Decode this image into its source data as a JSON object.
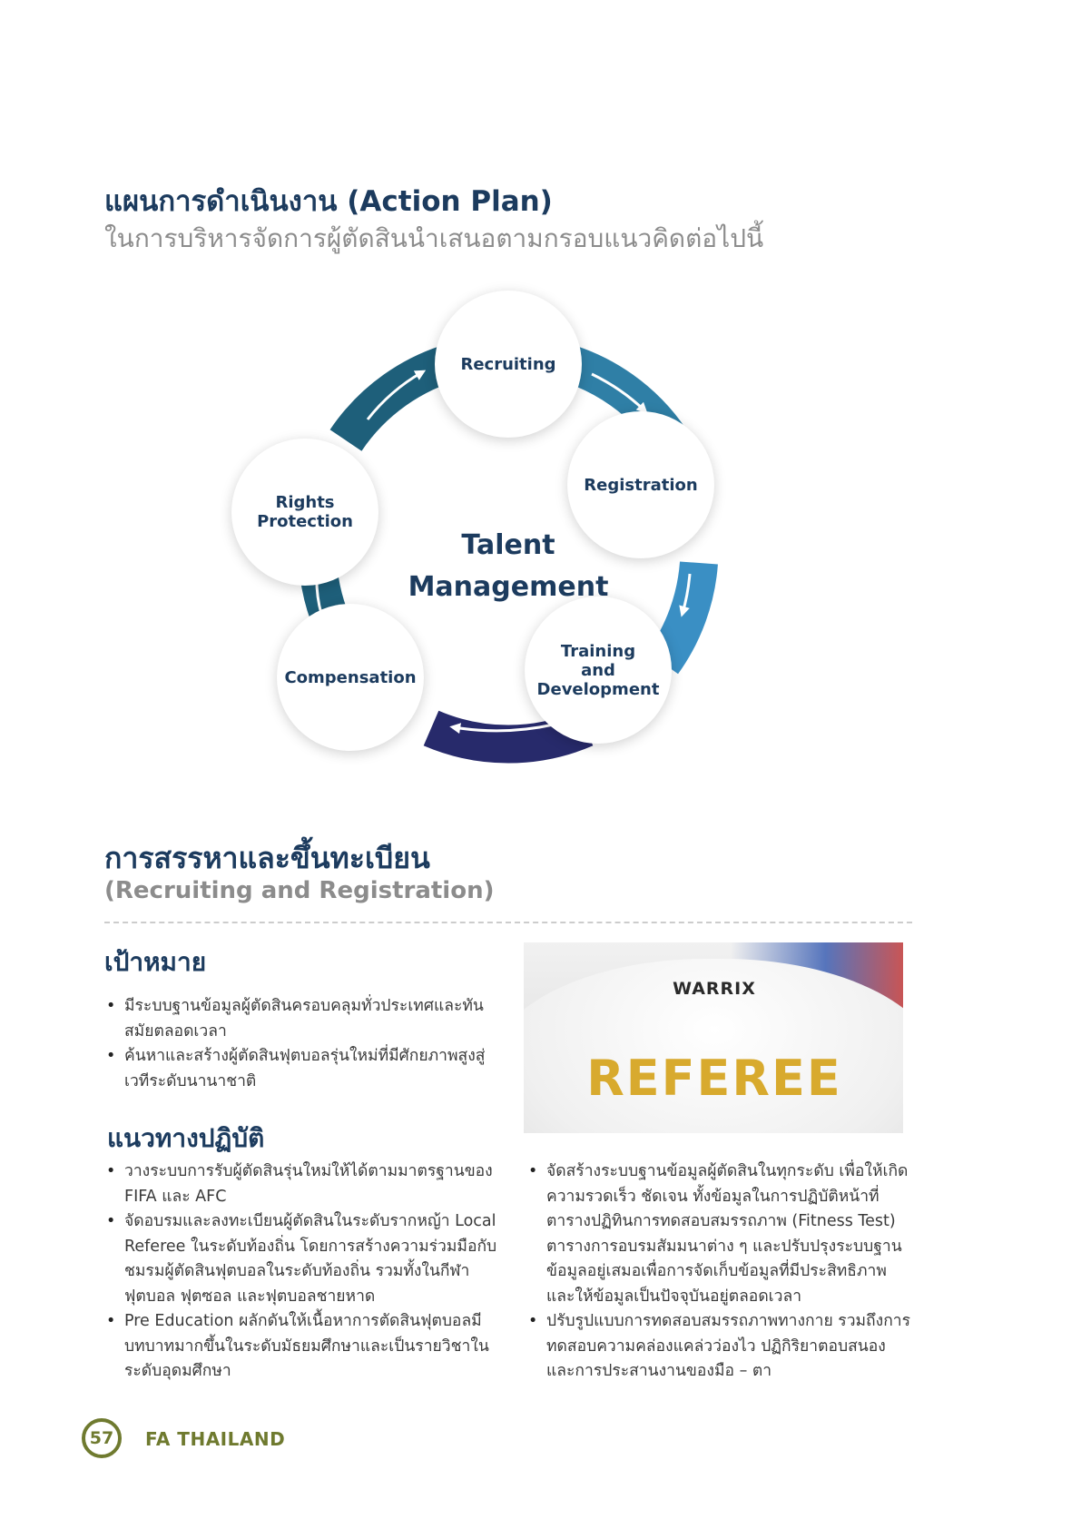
{
  "header": {
    "title": "แผนการดำเนินงาน (Action Plan)",
    "subtitle": "ในการบริหารจัดการผู้ตัดสินนำเสนอตามกรอบแนวคิดต่อไปนี้"
  },
  "diagram": {
    "center_line1": "Talent",
    "center_line2": "Management",
    "nodes": [
      {
        "label": "Recruiting"
      },
      {
        "label": "Registration"
      },
      {
        "label_line1": "Training",
        "label_line2": "and",
        "label_line3": "Development"
      },
      {
        "label": "Compensation"
      },
      {
        "label_line1": "Rights",
        "label_line2": "Protection"
      }
    ],
    "colors": {
      "dark_teal": "#1e5f7a",
      "teal": "#2f7fa6",
      "light_blue": "#3a8fc4",
      "navy": "#272a6b",
      "heading_navy": "#1c3b5e"
    }
  },
  "section": {
    "title": "การสรรหาและขึ้นทะเบียน",
    "subtitle": "(Recruiting and Registration)"
  },
  "goal": {
    "heading": "เป้าหมาย",
    "items": [
      "มีระบบฐานข้อมูลผู้ตัดสินครอบคลุมทั่วประเทศและทันสมัยตลอดเวลา",
      "ค้นหาและสร้างผู้ตัดสินฟุตบอลรุ่นใหม่ที่มีศักยภาพสูงสู่เวทีระดับนานาชาติ"
    ]
  },
  "practice": {
    "heading": "แนวทางปฏิบัติ",
    "left_items": [
      "วางระบบการรับผู้ตัดสินรุ่นใหม่ให้ได้ตามมาตรฐานของ FIFA และ AFC",
      "จัดอบรมและลงทะเบียนผู้ตัดสินในระดับรากหญ้า Local Referee ในระดับท้องถิ่น โดยการสร้างความร่วมมือกับชมรมผู้ตัดสินฟุตบอลในระดับท้องถิ่น รวมทั้งในกีฬาฟุตบอล ฟุตซอล และฟุตบอลชายหาด",
      "Pre Education ผลักดันให้เนื้อหาการตัดสินฟุตบอลมีบทบาทมากขึ้นในระดับมัธยมศึกษาและเป็นรายวิชาในระดับอุดมศึกษา"
    ],
    "right_items": [
      "จัดสร้างระบบฐานข้อมูลผู้ตัดสินในทุกระดับ เพื่อให้เกิดความรวดเร็ว ชัดเจน ทั้งข้อมูลในการปฏิบัติหน้าที่ ตารางปฏิทินการทดสอบสมรรถภาพ (Fitness Test) ตารางการอบรมสัมมนาต่าง ๆ และปรับปรุงระบบฐานข้อมูลอยู่เสมอเพื่อการจัดเก็บข้อมูลที่มีประสิทธิภาพ และให้ข้อมูลเป็นปัจจุบันอยู่ตลอดเวลา",
      "ปรับรูปแบบการทดสอบสมรรถภาพทางกาย รวมถึงการทดสอบความคล่องแคล่วว่องไว ปฏิกิริยาตอบสนอง และการประสานงานของมือ – ตา"
    ]
  },
  "photo": {
    "brand": "WARRIX",
    "shirt_text": "REFEREE"
  },
  "footer": {
    "page_number": "57",
    "org": "FA THAILAND"
  }
}
